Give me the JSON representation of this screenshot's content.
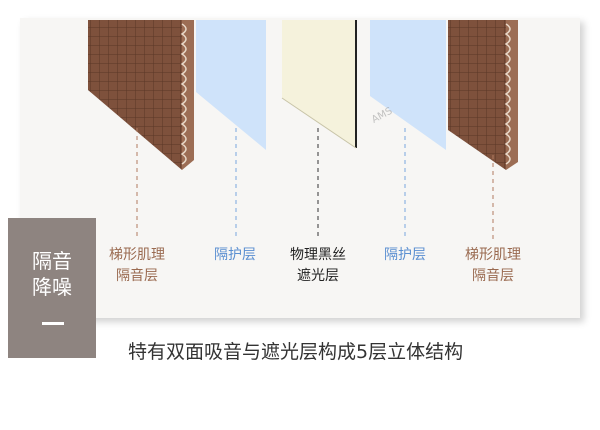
{
  "diagram": {
    "layers": [
      {
        "id": "trapezoid-left",
        "label": "梯形肌理\n隔音层",
        "kind": "acoustic"
      },
      {
        "id": "protect-left",
        "label": "隔护层",
        "kind": "protective"
      },
      {
        "id": "blackout",
        "label": "物理黑丝\n遮光层",
        "kind": "blackout"
      },
      {
        "id": "protect-right",
        "label": "隔护层",
        "kind": "protective"
      },
      {
        "id": "trapezoid-right",
        "label": "梯形肌理\n隔音层",
        "kind": "acoustic"
      }
    ],
    "watermark": "AMS",
    "colors": {
      "acoustic": "#7a4f3c",
      "acoustic_dark": "#5a3829",
      "protective": "#cfe3fa",
      "blackout": "#f5f2dc",
      "panel_bg": "#f7f6f4"
    }
  },
  "side_badge": {
    "text": "隔音\n降噪",
    "bg": "#8e8480"
  },
  "caption": "特有双面吸音与遮光层构成5层立体结构"
}
